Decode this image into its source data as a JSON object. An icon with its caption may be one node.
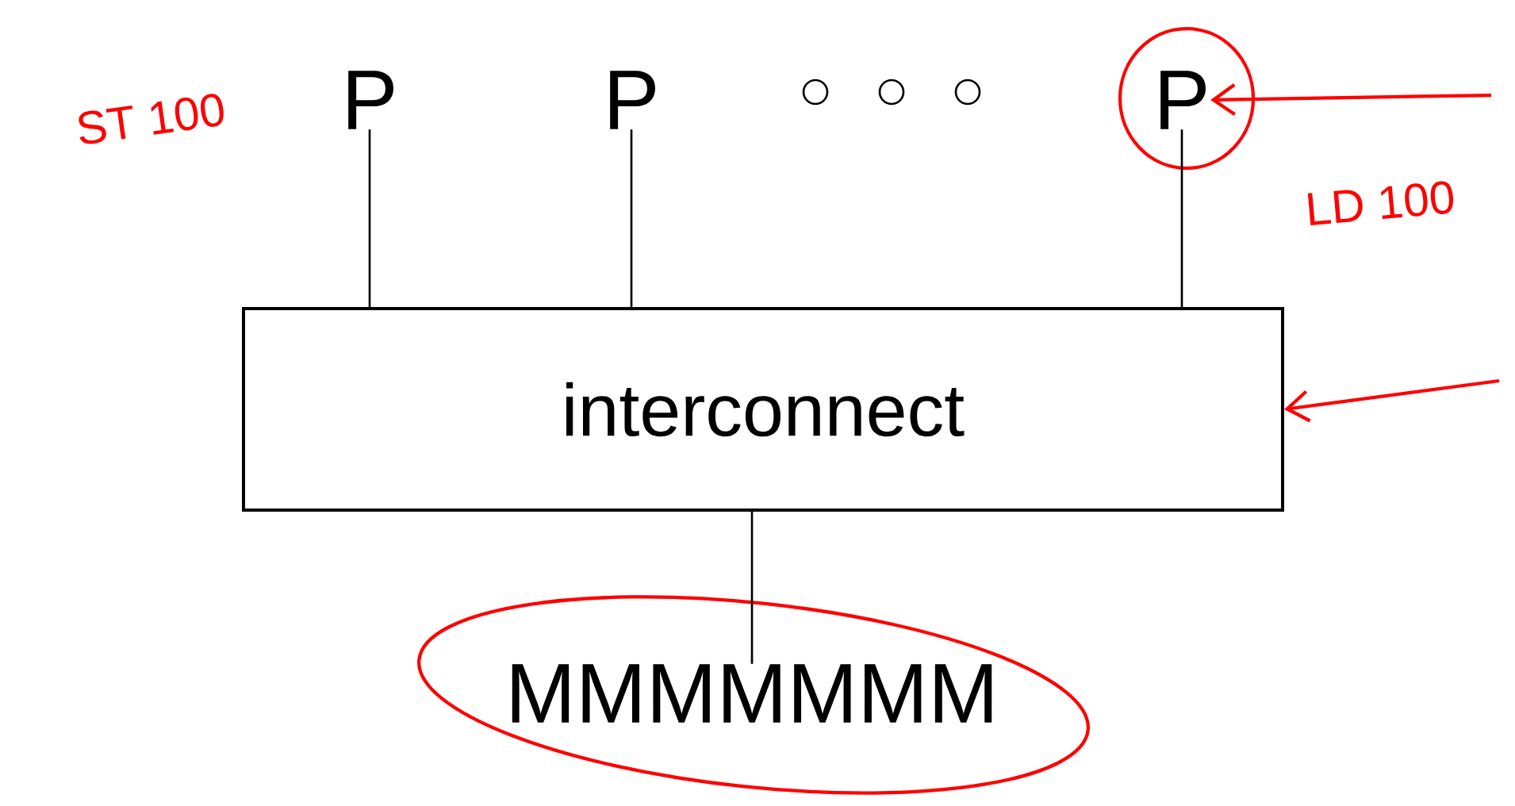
{
  "diagram": {
    "nodes": [
      {
        "text": [
          "P"
        ]
      },
      {
        "text": [
          "P"
        ]
      },
      {
        "text": [
          "P"
        ]
      },
      {
        "text": [
          "interconnect"
        ]
      },
      {
        "text": [
          "MMMMMMM"
        ]
      }
    ],
    "edges": [
      {
        "from": 0,
        "to": 3,
        "arrow": "none"
      },
      {
        "from": 1,
        "to": 3,
        "arrow": "none"
      },
      {
        "from": 2,
        "to": 3,
        "arrow": "none"
      },
      {
        "from": 3,
        "to": 4,
        "arrow": "none"
      },
      {
        "from": null,
        "to": 2,
        "arrow": "to",
        "color": "#ff0000"
      },
      {
        "from": null,
        "to": 3,
        "arrow": "to",
        "color": "#ff0000"
      }
    ],
    "labels": [
      "ST 100",
      "LD 100"
    ]
  }
}
